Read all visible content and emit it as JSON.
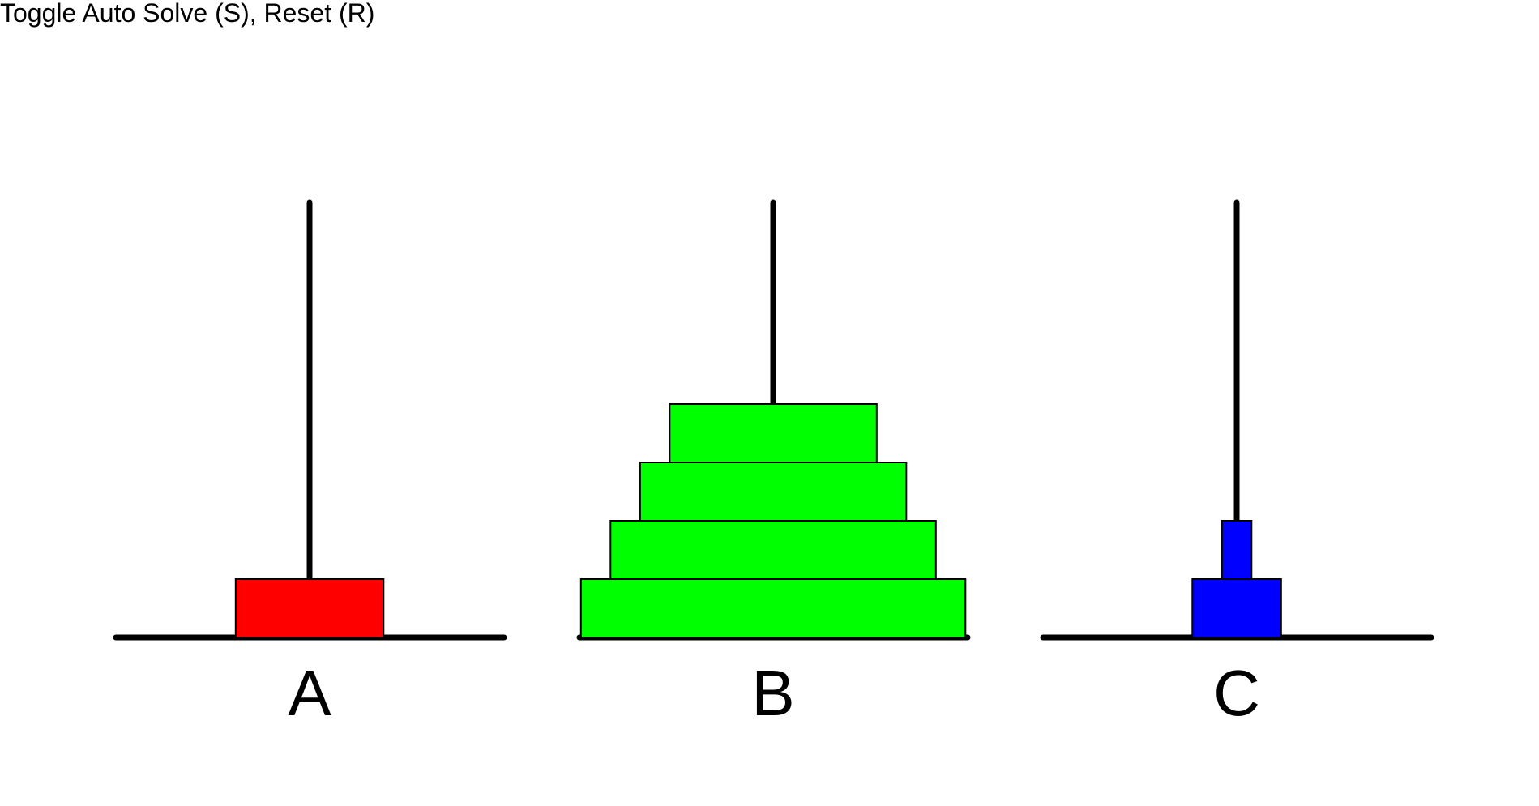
{
  "hint": "Toggle Auto Solve (S), Reset (R)",
  "pegs": [
    {
      "label": "A",
      "disks": [
        {
          "size": 5,
          "color": "#ff0000"
        }
      ]
    },
    {
      "label": "B",
      "disks": [
        {
          "size": 13,
          "color": "#00ff00"
        },
        {
          "size": 11,
          "color": "#00ff00"
        },
        {
          "size": 9,
          "color": "#00ff00"
        },
        {
          "size": 7,
          "color": "#00ff00"
        }
      ]
    },
    {
      "label": "C",
      "disks": [
        {
          "size": 3,
          "color": "#0000ff"
        },
        {
          "size": 1,
          "color": "#0000ff"
        }
      ]
    }
  ]
}
